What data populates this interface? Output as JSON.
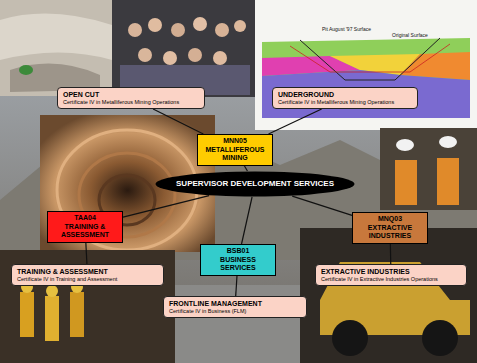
{
  "diagram": {
    "nodes": [
      {
        "text": [
          "OPEN CUT",
          "Certificate IV in Metalliferous Mining Operations"
        ]
      },
      {
        "text": [
          "UNDERGROUND",
          "Certificate IV in Metalliferous Mining Operations"
        ]
      },
      {
        "text": [
          "MNN05",
          "METALLIFEROUS MINING"
        ]
      },
      {
        "text": [
          "SUPERVISOR DEVELOPMENT SERVICES"
        ]
      },
      {
        "text": [
          "TAA04",
          "TRAINING & ASSESSMENT"
        ]
      },
      {
        "text": [
          "MNQ03",
          "EXTRACTIVE INDUSTRIES"
        ]
      },
      {
        "text": [
          "BSB01",
          "BUSINESS SERVICES"
        ]
      },
      {
        "text": [
          "TRAINING & ASSESSMENT",
          "Certificate IV in Training and Assessment"
        ]
      },
      {
        "text": [
          "EXTRACTIVE INDUSTRIES",
          "Certificate IV in Extractive Industries Operations"
        ]
      },
      {
        "text": [
          "FRONTLINE MANAGEMENT",
          "Certificate IV in Business (FLM)"
        ]
      }
    ],
    "edges": [
      {
        "from": 3,
        "to": 2,
        "arrow": "none"
      },
      {
        "from": 3,
        "to": 4,
        "arrow": "none"
      },
      {
        "from": 3,
        "to": 6,
        "arrow": "none"
      },
      {
        "from": 3,
        "to": 5,
        "arrow": "none"
      },
      {
        "from": 2,
        "to": 0,
        "arrow": "none"
      },
      {
        "from": 2,
        "to": 1,
        "arrow": "none"
      },
      {
        "from": 4,
        "to": 7,
        "arrow": "none"
      },
      {
        "from": 6,
        "to": 9,
        "arrow": "none"
      },
      {
        "from": 5,
        "to": 8,
        "arrow": "none"
      }
    ],
    "labels": [
      "Pit August '97 Surface",
      "Original Surface"
    ]
  }
}
